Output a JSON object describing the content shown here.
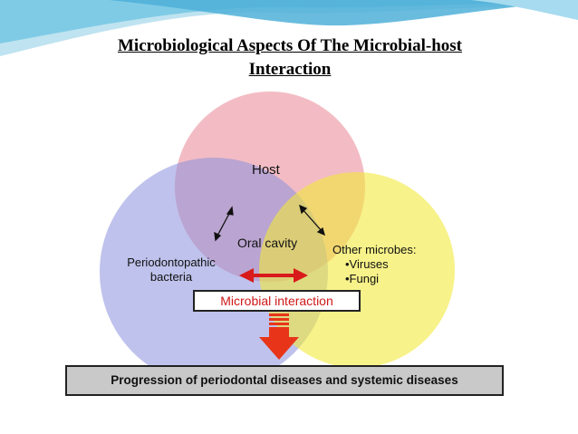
{
  "slide": {
    "title_line1": "Microbiological Aspects Of The Microbial-host",
    "title_line2": "Interaction"
  },
  "diagram": {
    "host_label": "Host",
    "oral_cavity_label": "Oral cavity",
    "periodontopathic_label": "Periodontopathic bacteria",
    "other_microbes": {
      "heading": "Other microbes:",
      "items": [
        "•Viruses",
        "•Fungi"
      ]
    },
    "interaction_label": "Microbial interaction",
    "outcome_label": "Progression of periodontal diseases and systemic diseases"
  },
  "colors": {
    "host_circle": "#e87a8a",
    "bacteria_circle": "#8a8fdc",
    "microbes_circle": "#f2ea3a",
    "interaction_arrow": "#d91a1a",
    "interaction_text": "#d01818",
    "down_arrow": "#e8351a",
    "outcome_box": "#c9c9c9",
    "swoosh": "#4fb0d8"
  },
  "icons": {
    "double_arrow": "double-headed-arrow",
    "down_arrow": "down-arrow"
  }
}
